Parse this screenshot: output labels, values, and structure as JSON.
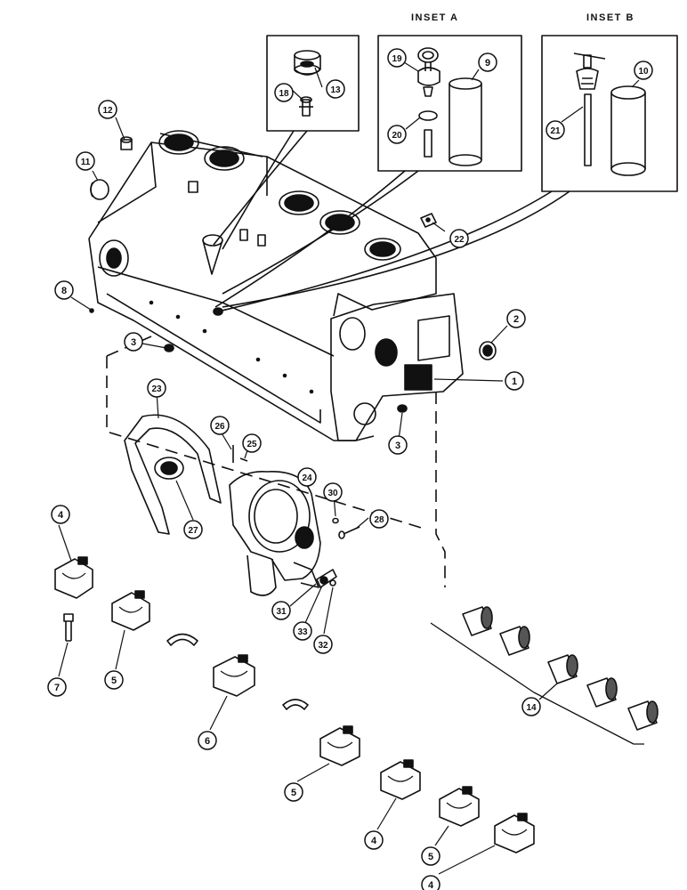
{
  "insets": [
    {
      "id": "inset-a",
      "title": "INSET A"
    },
    {
      "id": "inset-b",
      "title": "INSET B"
    }
  ],
  "callouts": [
    {
      "key": "c1",
      "label": "1"
    },
    {
      "key": "c2",
      "label": "2"
    },
    {
      "key": "c3a",
      "label": "3"
    },
    {
      "key": "c3b",
      "label": "3"
    },
    {
      "key": "c4a",
      "label": "4"
    },
    {
      "key": "c4b",
      "label": "4"
    },
    {
      "key": "c4c",
      "label": "4"
    },
    {
      "key": "c5a",
      "label": "5"
    },
    {
      "key": "c5b",
      "label": "5"
    },
    {
      "key": "c5c",
      "label": "5"
    },
    {
      "key": "c6",
      "label": "6"
    },
    {
      "key": "c7",
      "label": "7"
    },
    {
      "key": "c8",
      "label": "8"
    },
    {
      "key": "c9",
      "label": "9"
    },
    {
      "key": "c10",
      "label": "10"
    },
    {
      "key": "c11",
      "label": "11"
    },
    {
      "key": "c12",
      "label": "12"
    },
    {
      "key": "c13",
      "label": "13"
    },
    {
      "key": "c14",
      "label": "14"
    },
    {
      "key": "c18",
      "label": "18"
    },
    {
      "key": "c19",
      "label": "19"
    },
    {
      "key": "c20",
      "label": "20"
    },
    {
      "key": "c21",
      "label": "21"
    },
    {
      "key": "c22",
      "label": "22"
    },
    {
      "key": "c23",
      "label": "23"
    },
    {
      "key": "c24",
      "label": "24"
    },
    {
      "key": "c25",
      "label": "25"
    },
    {
      "key": "c26",
      "label": "26"
    },
    {
      "key": "c27",
      "label": "27"
    },
    {
      "key": "c28",
      "label": "28"
    },
    {
      "key": "c30",
      "label": "30"
    },
    {
      "key": "c31",
      "label": "31"
    },
    {
      "key": "c32",
      "label": "32"
    },
    {
      "key": "c33",
      "label": "33"
    }
  ],
  "colors": {
    "ink": "#111111",
    "paper": "#ffffff",
    "shade": "#555555"
  }
}
